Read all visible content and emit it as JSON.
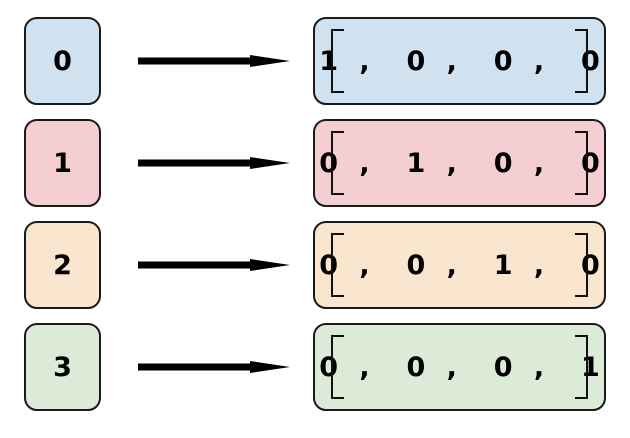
{
  "diagram": {
    "title": "One-hot encoding mapping",
    "background_color": "#ffffff",
    "border_color": "#1a1a1a",
    "text_color": "#000000",
    "arrow_color": "#000000",
    "arrow_icon_name": "right-arrow-icon",
    "bracket_open": "[",
    "bracket_close": "]",
    "rows": [
      {
        "index_label": "0",
        "vector_text": "1 ,  0 ,  0 ,  0",
        "vector_values": [
          1,
          0,
          0,
          0
        ],
        "color": "#d0e1f0",
        "color_name": "light-blue"
      },
      {
        "index_label": "1",
        "vector_text": "0 ,  1 ,  0 ,  0",
        "vector_values": [
          0,
          1,
          0,
          0
        ],
        "color": "#f5ced2",
        "color_name": "light-pink"
      },
      {
        "index_label": "2",
        "vector_text": "0 ,  0 ,  1 ,  0",
        "vector_values": [
          0,
          0,
          1,
          0
        ],
        "color": "#fae5cf",
        "color_name": "light-orange"
      },
      {
        "index_label": "3",
        "vector_text": "0 ,  0 ,  0 ,  1",
        "vector_values": [
          0,
          0,
          0,
          1
        ],
        "color": "#dcebd8",
        "color_name": "light-green"
      }
    ]
  }
}
